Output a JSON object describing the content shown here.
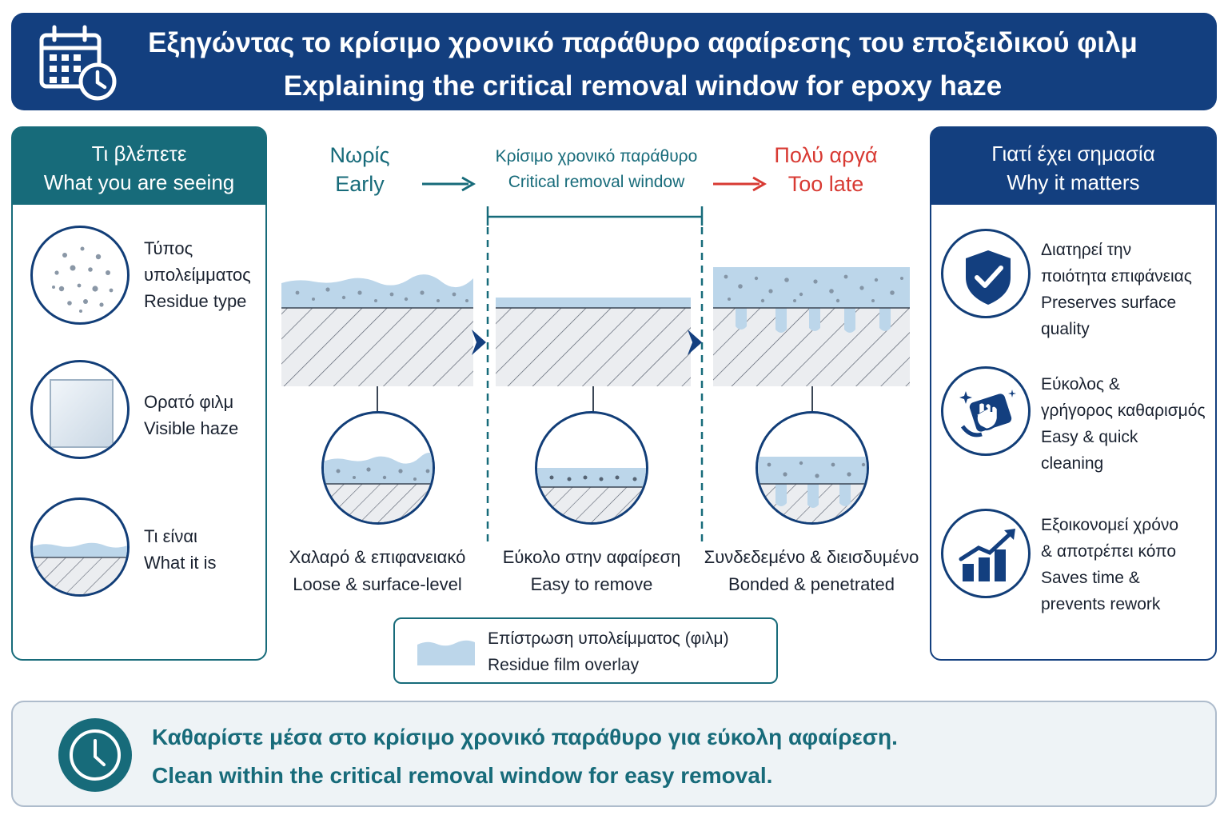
{
  "header": {
    "title_gr": "Εξηγώντας το κρίσιμο χρονικό παράθυρο αφαίρεσης του εποξειδικού φιλμ",
    "title_en": "Explaining the critical removal window for epoxy haze",
    "icon": "calendar-clock-icon"
  },
  "left_panel": {
    "title_gr": "Τι βλέπετε",
    "title_en": "What you are seeing",
    "items": [
      {
        "lines": [
          "Τύπος",
          "υπολείμματος",
          "Residue type"
        ],
        "icon": "residue-dots-icon"
      },
      {
        "lines": [
          "Ορατό φιλμ",
          "Visible haze"
        ],
        "icon": "haze-panel-icon"
      },
      {
        "lines": [
          "Τι είναι",
          "What it is"
        ],
        "icon": "film-layer-icon"
      }
    ]
  },
  "timeline": {
    "early": {
      "gr": "Νωρίς",
      "en": "Early",
      "color": "#176b7a"
    },
    "window": {
      "gr": "Κρίσιμο χρονικό παράθυρο",
      "en": "Critical removal window",
      "color": "#176b7a"
    },
    "late": {
      "gr": "Πολύ αργά",
      "en": "Too late",
      "color": "#d83a33"
    }
  },
  "stages": [
    {
      "caption_gr": "Χαλαρό & επιφανειακό",
      "caption_en": "Loose & surface-level"
    },
    {
      "caption_gr": "Εύκολο στην αφαίρεση",
      "caption_en": "Easy to remove"
    },
    {
      "caption_gr": "Συνδεδεμένο & διεισδυμένο",
      "caption_en": "Bonded & penetrated"
    }
  ],
  "legend": {
    "gr": "Επίστρωση υπολείμματος (φιλμ)",
    "en": "Residue film overlay"
  },
  "right_panel": {
    "title_gr": "Γιατί έχει σημασία",
    "title_en": "Why it matters",
    "items": [
      {
        "lines": [
          "Διατηρεί την",
          "ποιότητα επιφάνειας",
          "Preserves surface",
          "quality"
        ],
        "icon": "shield-check-icon"
      },
      {
        "lines": [
          "Εύκολος &",
          "γρήγορος καθαρισμός",
          "Easy & quick",
          "cleaning"
        ],
        "icon": "cleaning-hand-icon"
      },
      {
        "lines": [
          "Εξοικονομεί χρόνο",
          "& αποτρέπει κόπο",
          "Saves time &",
          "prevents rework"
        ],
        "icon": "growth-chart-icon"
      }
    ]
  },
  "footer": {
    "gr": "Καθαρίστε μέσα στο κρίσιμο χρονικό παράθυρο για εύκολη αφαίρεση.",
    "en": "Clean within the critical removal window for easy removal.",
    "icon": "clock-icon"
  },
  "colors": {
    "navy": "#133f7f",
    "teal": "#176b7a",
    "red": "#d83a33",
    "film": "#bcd6ea"
  }
}
